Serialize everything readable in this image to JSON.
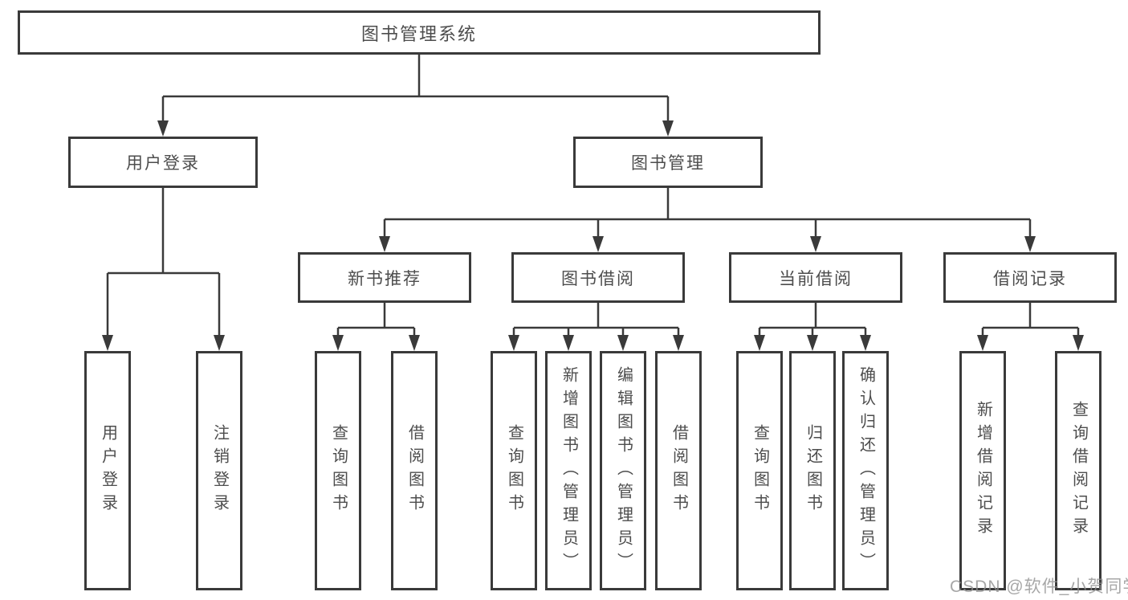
{
  "diagram": {
    "tree": {
      "root": {
        "label": "图书管理系统"
      },
      "branches": [
        {
          "label": "用户登录",
          "leaves": [
            {
              "label": "用户登录"
            },
            {
              "label": "注销登录"
            }
          ]
        },
        {
          "label": "图书管理",
          "groups": [
            {
              "label": "新书推荐",
              "leaves": [
                {
                  "label": "查询图书"
                },
                {
                  "label": "借阅图书"
                }
              ]
            },
            {
              "label": "图书借阅",
              "leaves": [
                {
                  "label": "查询图书"
                },
                {
                  "label": "新增图书（管理员）"
                },
                {
                  "label": "编辑图书（管理员）"
                },
                {
                  "label": "借阅图书"
                }
              ]
            },
            {
              "label": "当前借阅",
              "leaves": [
                {
                  "label": "查询图书"
                },
                {
                  "label": "归还图书"
                },
                {
                  "label": "确认归还（管理员）"
                }
              ]
            },
            {
              "label": "借阅记录",
              "leaves": [
                {
                  "label": "新增借阅记录"
                },
                {
                  "label": "查询借阅记录"
                }
              ]
            }
          ]
        }
      ]
    },
    "colors": {
      "line": "#3a3a3a",
      "box_border": "#3a3a3a",
      "box_fill": "#ffffff",
      "text": "#4d4d4d",
      "watermark": "#919191"
    }
  },
  "watermark": {
    "text": "CSDN @软件_小贺同学"
  }
}
